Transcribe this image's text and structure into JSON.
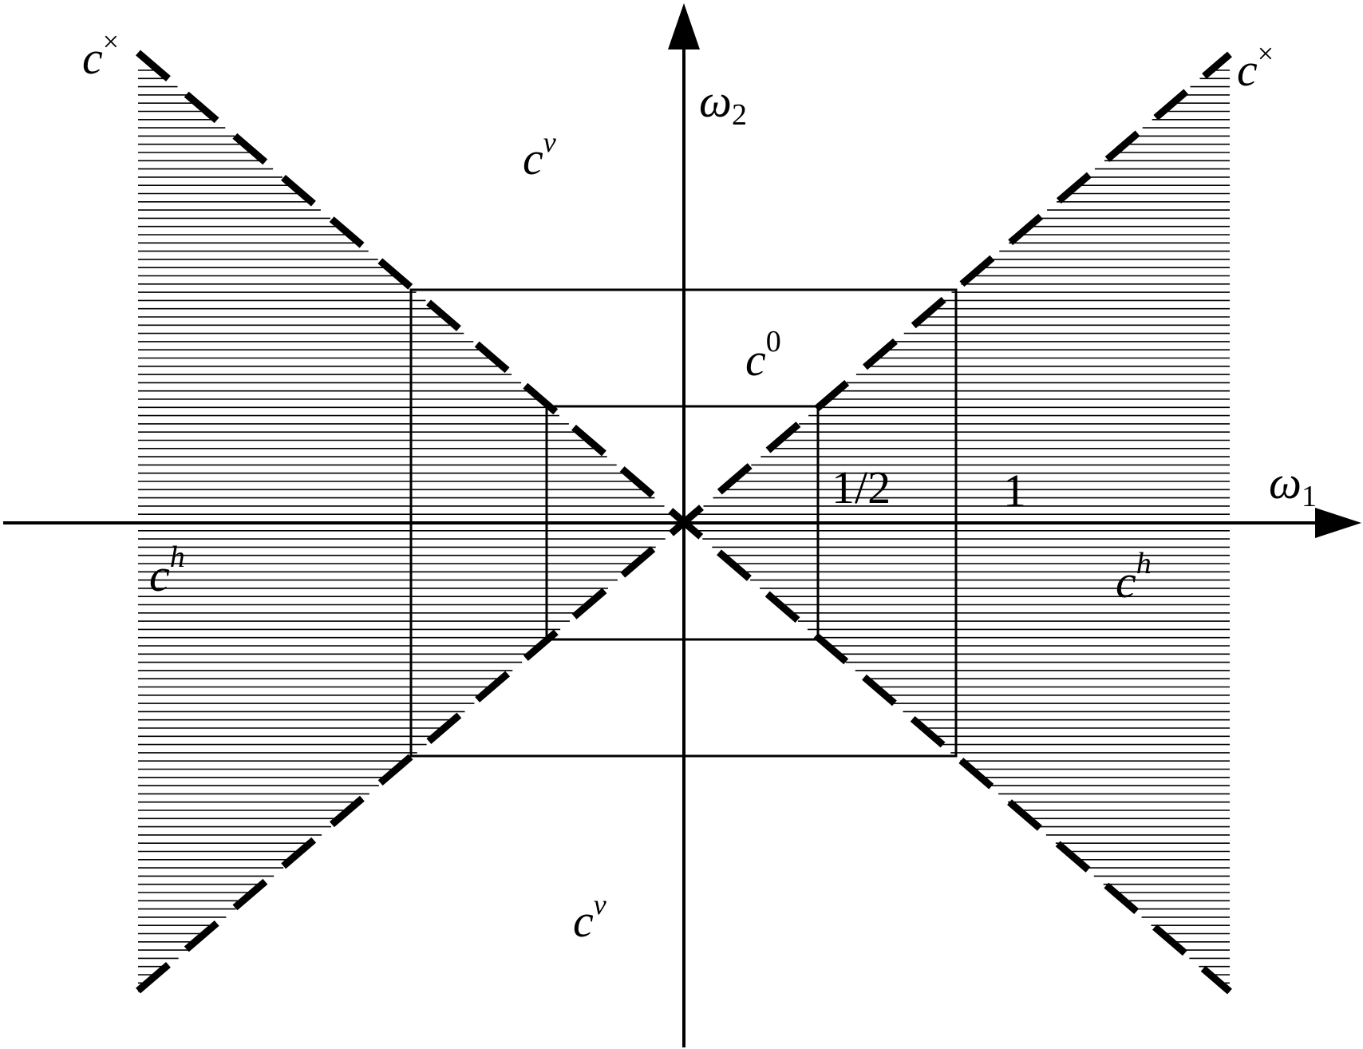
{
  "colors": {
    "ink": "#000000",
    "background": "#ffffff"
  },
  "labels": {
    "axis_x": {
      "base": "ω",
      "sub": "1"
    },
    "axis_y": {
      "base": "ω",
      "sub": "2"
    },
    "cone_diag_top_left": {
      "base": "c",
      "sup": "×"
    },
    "cone_diag_top_right": {
      "base": "c",
      "sup": "×"
    },
    "cone_vertical_top": {
      "base": "c",
      "sup": "v"
    },
    "cone_vertical_bottom": {
      "base": "c",
      "sup": "v"
    },
    "cone_horizontal_left": {
      "base": "c",
      "sup": "h"
    },
    "cone_horizontal_right": {
      "base": "c",
      "sup": "h"
    },
    "low_frequency": {
      "base": "c",
      "sup": "0"
    }
  },
  "ticks": {
    "half": "1/2",
    "one": "1"
  }
}
